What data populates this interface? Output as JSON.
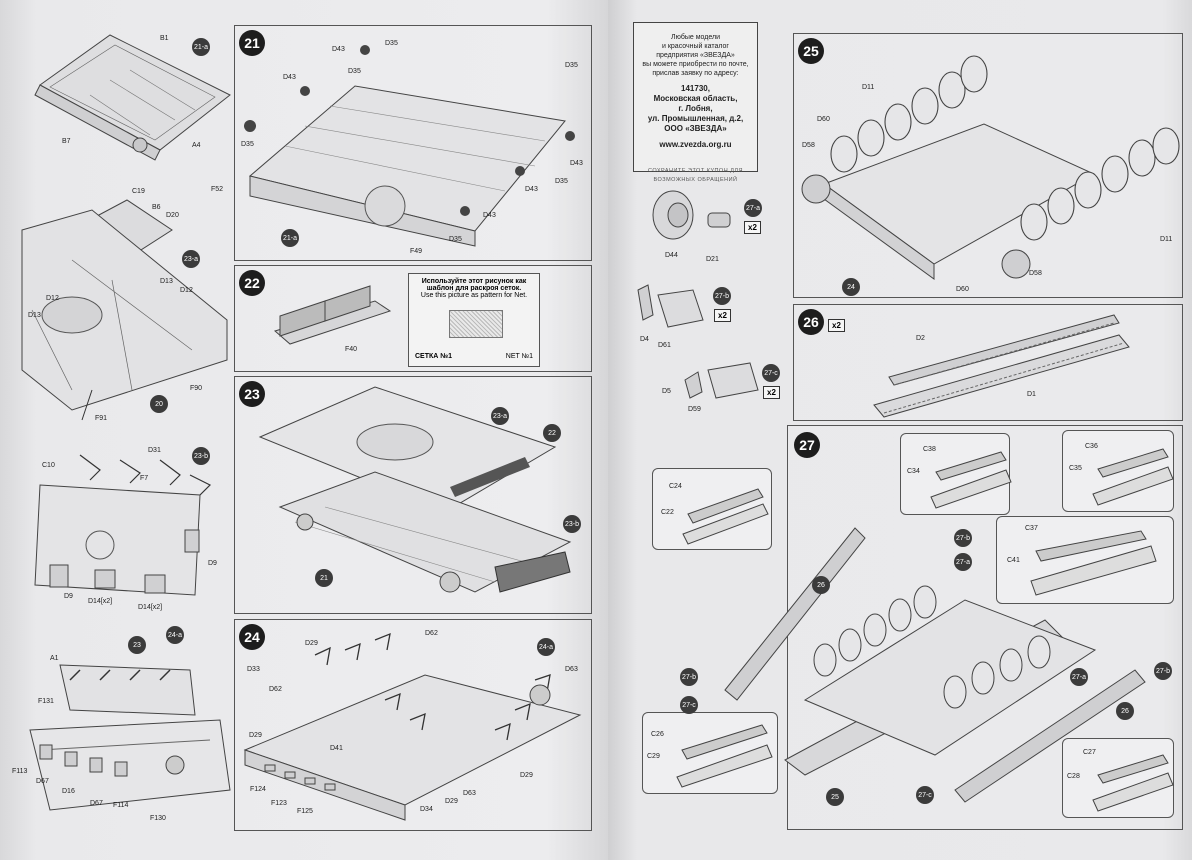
{
  "steps": {
    "s21": "21",
    "s22": "22",
    "s23": "23",
    "s24": "24",
    "s25": "25",
    "s26": "26",
    "s27": "27"
  },
  "subassemblies": {
    "a21": "21-a",
    "a23": "23-a",
    "a23b": "23-b",
    "a24": "24-a",
    "a27a": "27-a",
    "a27b": "27-b",
    "a27c": "27-c"
  },
  "multipliers": {
    "x2": "x2"
  },
  "left_page_labels": {
    "b1": "B1",
    "a4": "A4",
    "b7": "B7",
    "c19": "C19",
    "b6": "B6",
    "d20": "D20",
    "d13": "D13",
    "d12": "D12",
    "f90": "F90",
    "f91": "F91",
    "c10": "C10",
    "d31": "D31",
    "f7": "F7",
    "d9": "D9",
    "d14x2": "D14[x2]",
    "a1": "A1",
    "f131": "F131",
    "f113": "F113",
    "d67": "D67",
    "d16": "D16",
    "f114": "F114",
    "f130": "F130",
    "d35": "D35",
    "d43": "D43",
    "f52": "F52",
    "f49": "F49",
    "f40": "F40",
    "d29": "D29",
    "d62": "D62",
    "d33": "D33",
    "d63": "D63",
    "d41": "D41",
    "f124": "F124",
    "f123": "F123",
    "f125": "F125",
    "d34": "D34"
  },
  "net_note": {
    "title_ru": "Используйте этот рисунок как шаблон для раскроя сеток.",
    "title_en": "Use this picture as pattern for Net.",
    "label_ru": "СЕТКА №1",
    "label_en": "NET №1"
  },
  "coupon": {
    "line1": "Любые модели",
    "line2": "и красочный каталог",
    "line3": "предприятия «ЗВЕЗДА»",
    "line4": "вы можете приобрести по почте,",
    "line5": "прислав заявку по адресу:",
    "zip": "141730,",
    "region": "Московская область,",
    "city": "г. Лобня,",
    "street": "ул. Промышленная, д.2,",
    "company": "ООО «ЗВЕЗДА»",
    "url": "www.zvezda.org.ru",
    "note": "СОХРАНИТЕ ЭТОТ КУПОН ДЛЯ ВОЗМОЖНЫХ ОБРАЩЕНИЙ"
  },
  "right_page_labels": {
    "d44": "D44",
    "d21": "D21",
    "d4": "D4",
    "d61": "D61",
    "d5": "D5",
    "d59": "D59",
    "d11": "D11",
    "d60": "D60",
    "d58": "D58",
    "d2": "D2",
    "d1": "D1",
    "c24": "C24",
    "c22": "C22",
    "c38": "C38",
    "c34": "C34",
    "c36": "C36",
    "c35": "C35",
    "c37": "C37",
    "c41": "C41",
    "c26": "C26",
    "c29": "C29",
    "c27": "C27",
    "c28": "C28",
    "n26": "26",
    "n25": "25"
  }
}
